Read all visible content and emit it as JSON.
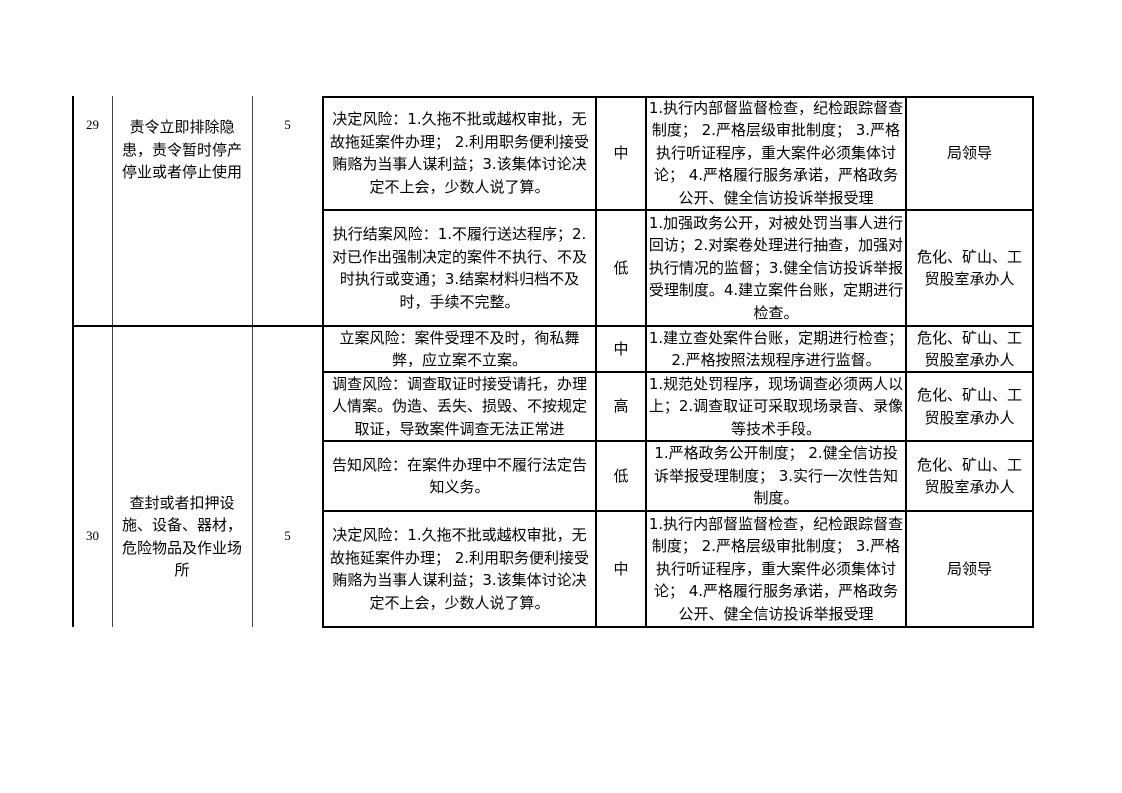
{
  "rows": [
    {
      "no": "29",
      "item": "责令立即排除隐患，责令暂时停产停业或者停止使用",
      "count": "5",
      "risks": [
        {
          "risk": "决定风险：1.久拖不批或越权审批，无故拖延案件办理；  2.利用职务便利接受贿赂为当事人谋利益；3.该集体讨论决定不上会，少数人说了算。",
          "level": "中",
          "measures": "1.执行内部督监督检查，纪检跟踪督查制度； 2.严格层级审批制度；  3.严格执行听证程序，重大案件必须集体讨论； 4.严格履行服务承诺，严格政务公开、健全信访投诉举报受理",
          "owner": "局领导"
        },
        {
          "risk": "执行结案风险：1.不履行送达程序；2.对已作出强制决定的案件不执行、不及时执行或变通；3.结案材料归档不及时，手续不完整。",
          "level": "低",
          "measures": "1.加强政务公开，对被处罚当事人进行回访；2.对案卷处理进行抽查，加强对执行情况的监督；3.健全信访投诉举报受理制度。4.建立案件台账，定期进行检查。",
          "owner": "危化、矿山、工贸股室承办人"
        }
      ]
    },
    {
      "no": "30",
      "item": "查封或者扣押设施、设备、器材，危险物品及作业场所",
      "count": "5",
      "risks": [
        {
          "risk": "立案风险：案件受理不及时，徇私舞弊，应立案不立案。",
          "level": "中",
          "measures": "1.建立查处案件台账，定期进行检查；2.严格按照法规程序进行监督。",
          "owner": "危化、矿山、工贸股室承办人"
        },
        {
          "risk": "调查风险：调查取证时接受请托，办理人情案。伪造、丢失、损毁、不按规定取证，导致案件调查无法正常进",
          "level": "高",
          "measures": "1.规范处罚程序，现场调查必须两人以上；2.调查取证可采取现场录音、录像等技术手段。",
          "owner": "危化、矿山、工贸股室承办人"
        },
        {
          "risk": "告知风险：在案件办理中不履行法定告知义务。",
          "level": "低",
          "measures": "1.严格政务公开制度； 2.健全信访投诉举报受理制度；  3.实行一次性告知制度。",
          "owner": "危化、矿山、工贸股室承办人"
        },
        {
          "risk": "决定风险：1.久拖不批或越权审批，无故拖延案件办理；  2.利用职务便利接受贿赂为当事人谋利益；3.该集体讨论决定不上会，少数人说了算。",
          "level": "中",
          "measures": "1.执行内部督监督检查，纪检跟踪督查制度； 2.严格层级审批制度；  3.严格执行听证程序，重大案件必须集体讨论； 4.严格履行服务承诺，严格政务公开、健全信访投诉举报受理",
          "owner": "局领导"
        }
      ]
    }
  ]
}
